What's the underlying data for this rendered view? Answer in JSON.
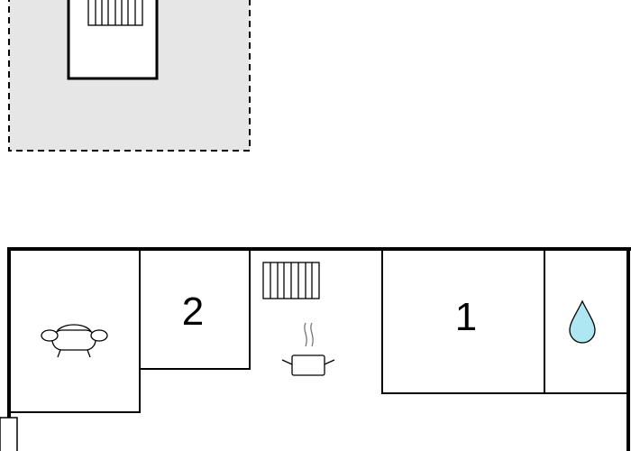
{
  "floorplan": {
    "room_labels": [
      {
        "id": "room-2",
        "label": "2"
      },
      {
        "id": "room-1",
        "label": "1"
      }
    ],
    "icons": [
      "stairs-icon",
      "radiator-icon",
      "sofa-icon",
      "cooking-pot-icon",
      "water-drop-icon"
    ],
    "colors": {
      "wall": "#000000",
      "upper_floor_fill": "#e6e6e6",
      "water": "#aee6f2"
    }
  }
}
